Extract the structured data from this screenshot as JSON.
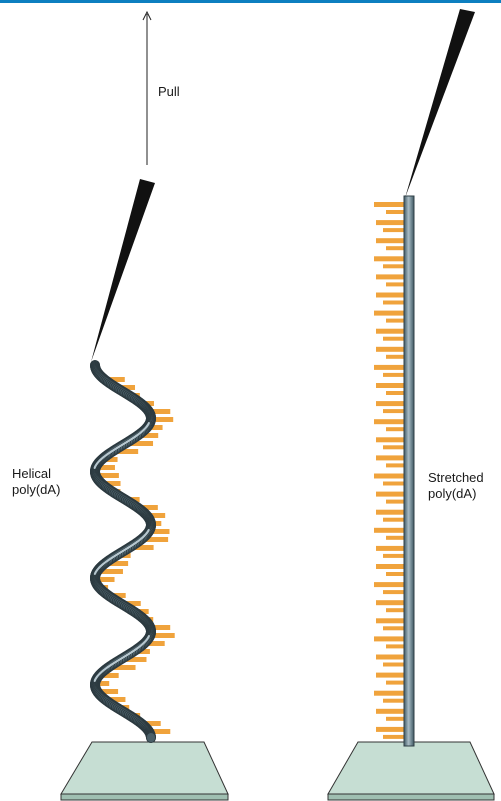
{
  "labels": {
    "pull": "Pull",
    "helical_line1": "Helical",
    "helical_line2": "poly(dA)",
    "stretched_line1": "Stretched",
    "stretched_line2": "poly(dA)"
  },
  "colors": {
    "top_rule": "#0d7fc0",
    "base": "#f0a33c",
    "backbone": "#5f7782",
    "backbone_highlight": "#b7c7cf",
    "platform_top": "#c6ded3",
    "platform_edge": "#333333",
    "tip": "#111111"
  }
}
